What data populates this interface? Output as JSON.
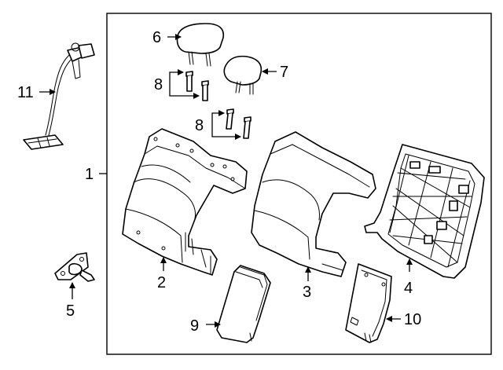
{
  "diagram": {
    "labels": {
      "assembly": "1",
      "left_backrest": "2",
      "right_backrest": "3",
      "back_panel": "4",
      "bracket": "5",
      "headrest_left": "6",
      "headrest_right": "7",
      "guides_upper": "8",
      "guides_lower": "8",
      "armrest": "9",
      "trim_cover": "10",
      "latch_cable": "11"
    }
  }
}
